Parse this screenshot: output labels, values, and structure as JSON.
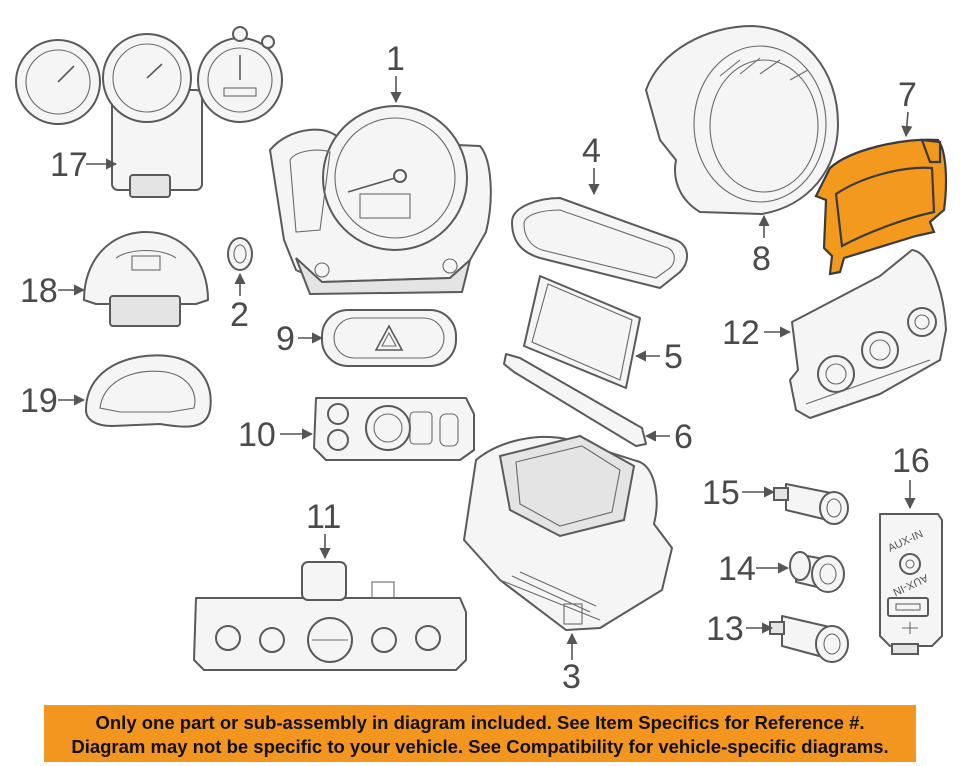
{
  "callouts": {
    "c1": "1",
    "c2": "2",
    "c3": "3",
    "c4": "4",
    "c5": "5",
    "c6": "6",
    "c7": "7",
    "c8": "8",
    "c9": "9",
    "c10": "10",
    "c11": "11",
    "c12": "12",
    "c13": "13",
    "c14": "14",
    "c15": "15",
    "c16": "16",
    "c17": "17",
    "c18": "18",
    "c19": "19"
  },
  "aux_panel": {
    "top_label": "AUX-IN",
    "bottom_label": "AUX-IN"
  },
  "notice": {
    "line1": "Only one part or sub-assembly in diagram included. See Item Specifics for Reference #.",
    "line2": "Diagram may not be specific to your vehicle. See Compatibility for vehicle-specific diagrams."
  },
  "colors": {
    "highlight": "#f39a1e",
    "notice_bg": "#f2961f",
    "line": "#5a5a5a"
  }
}
